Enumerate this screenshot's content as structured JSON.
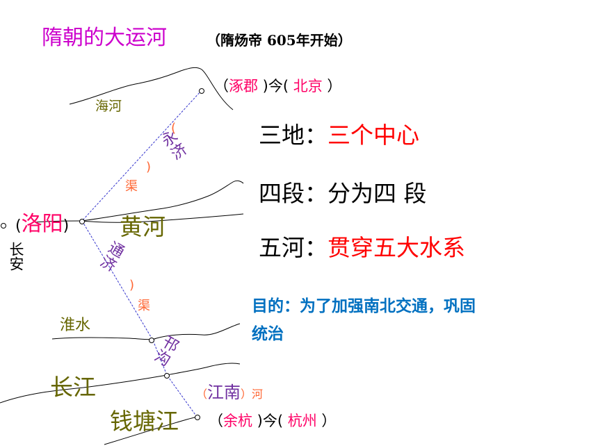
{
  "title": "隋朝的大运河",
  "subtitle": "（隋炀帝 605年开始）",
  "places": {
    "north": {
      "open": "（",
      "ancient": "涿郡",
      "mid": " )今( ",
      "modern": "北京",
      "close": " ）"
    },
    "south": {
      "open": "（",
      "ancient": "余杭",
      "mid": " )今( ",
      "modern": "杭州",
      "close": " ）"
    },
    "luoyang": {
      "open": "(",
      "name": "洛阳",
      "close": ")"
    },
    "changan": "长安"
  },
  "rivers": {
    "haihe": "海河",
    "huanghe": "黄河",
    "huaishui": "淮水",
    "changjiang": "长江",
    "qiantang": "钱塘江"
  },
  "canals": {
    "yongji_paren_open": "(",
    "yongji": "永济",
    "yongji_paren_close": ")",
    "yongji_qu": "渠",
    "tongji": "通济",
    "tongji_paren_close": ")",
    "tongji_qu": "渠",
    "hangou": "邗沟",
    "jiangnan_open": "（",
    "jiangnan": "江南",
    "jiangnan_close": "）河"
  },
  "points": [
    {
      "label": "三地：",
      "value": "三个中心",
      "value_color": "#ff0000"
    },
    {
      "label": "四段：",
      "value": "分为四 段",
      "value_color": "#000000"
    },
    {
      "label": "五河：",
      "value": "贯穿五大水系",
      "value_color": "#ff0000"
    }
  ],
  "purpose": {
    "line1": "目的：为了加强南北交通，巩固",
    "line2": "统治"
  },
  "colors": {
    "title": "#cc00cc",
    "place": "#ff0066",
    "river_label": "#666600",
    "canal_label": "#7030a0",
    "canal_line": "#3333cc",
    "purpose": "#0070c0"
  }
}
